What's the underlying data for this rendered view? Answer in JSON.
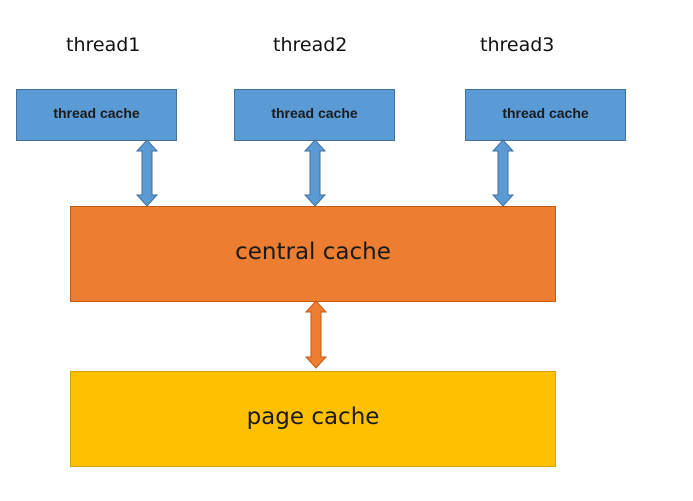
{
  "threads": [
    {
      "label": "thread1",
      "cache_label": "thread cache"
    },
    {
      "label": "thread2",
      "cache_label": "thread cache"
    },
    {
      "label": "thread3",
      "cache_label": "thread cache"
    }
  ],
  "central_cache": {
    "label": "central cache"
  },
  "page_cache": {
    "label": "page cache"
  },
  "colors": {
    "thread_cache_fill": "#5b9bd5",
    "central_cache_fill": "#ed7d31",
    "page_cache_fill": "#ffc000"
  }
}
